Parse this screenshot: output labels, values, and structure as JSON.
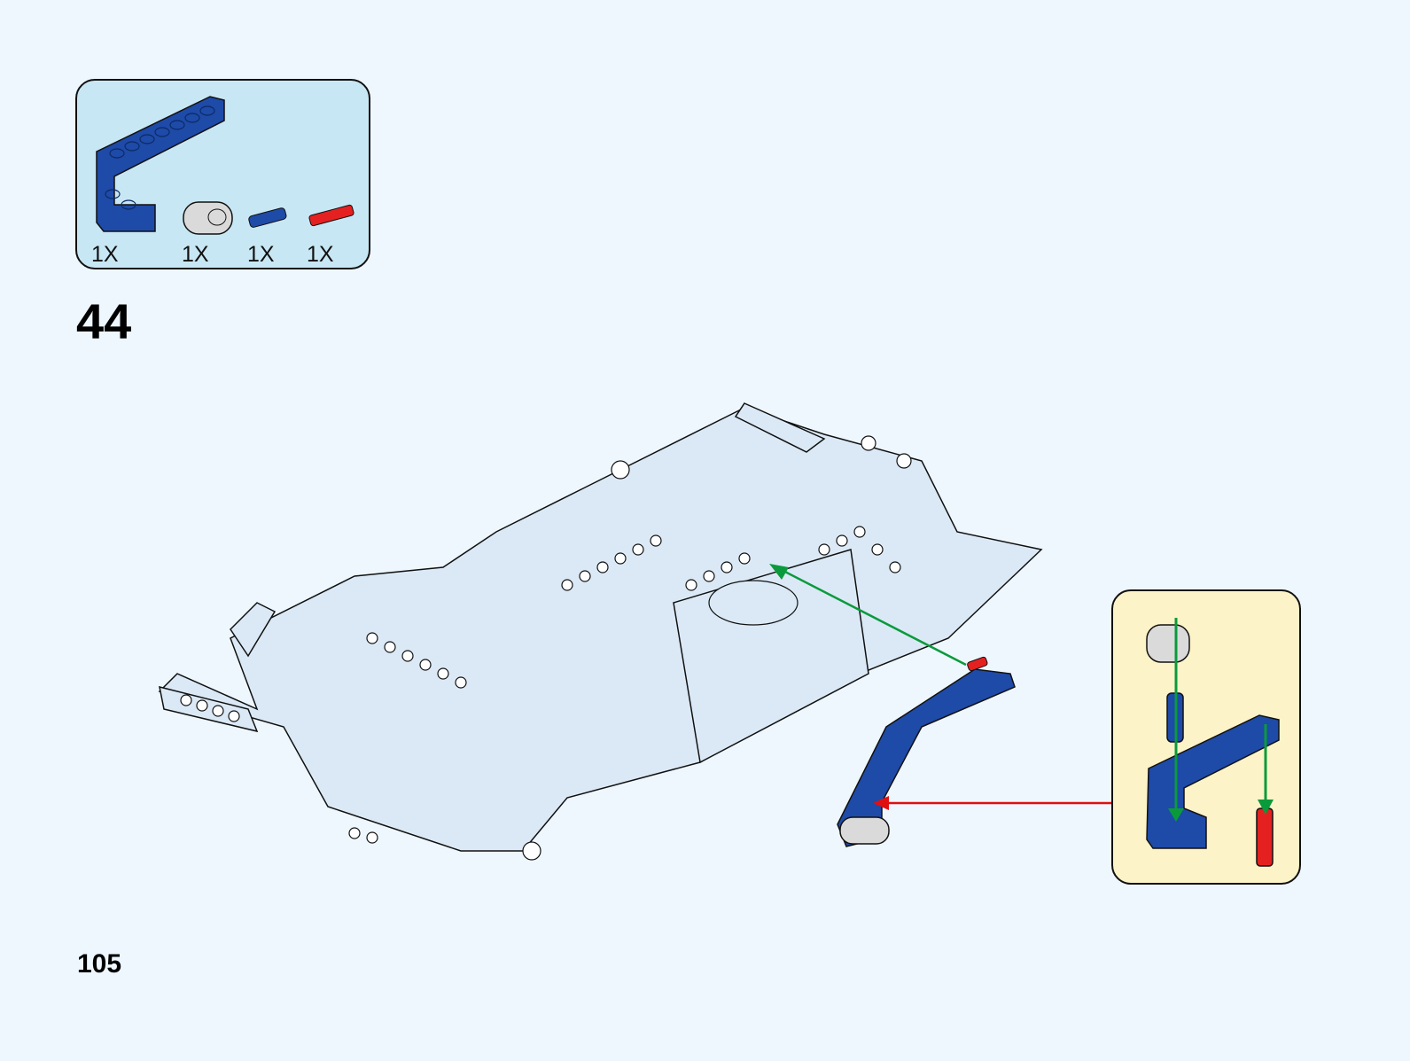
{
  "parts_list": {
    "items": [
      {
        "part": "blue-l-beam",
        "quantity": "1X",
        "color": "#1e4aa8"
      },
      {
        "part": "grey-2-hole-connector",
        "quantity": "1X",
        "color": "#d8d8d8"
      },
      {
        "part": "blue-axle-pin",
        "quantity": "1X",
        "color": "#1e4aa8"
      },
      {
        "part": "red-axle",
        "quantity": "1X",
        "color": "#e52020"
      }
    ]
  },
  "step": {
    "number": "44"
  },
  "page": {
    "number": "105"
  },
  "colors": {
    "page_bg": "#eef7fd",
    "parts_bg": "#c8e7f4",
    "subassembly_bg": "#fdf3c8",
    "model": "#dbe9f6",
    "arrow_green": "#0a9a3c",
    "arrow_red": "#e01010"
  }
}
